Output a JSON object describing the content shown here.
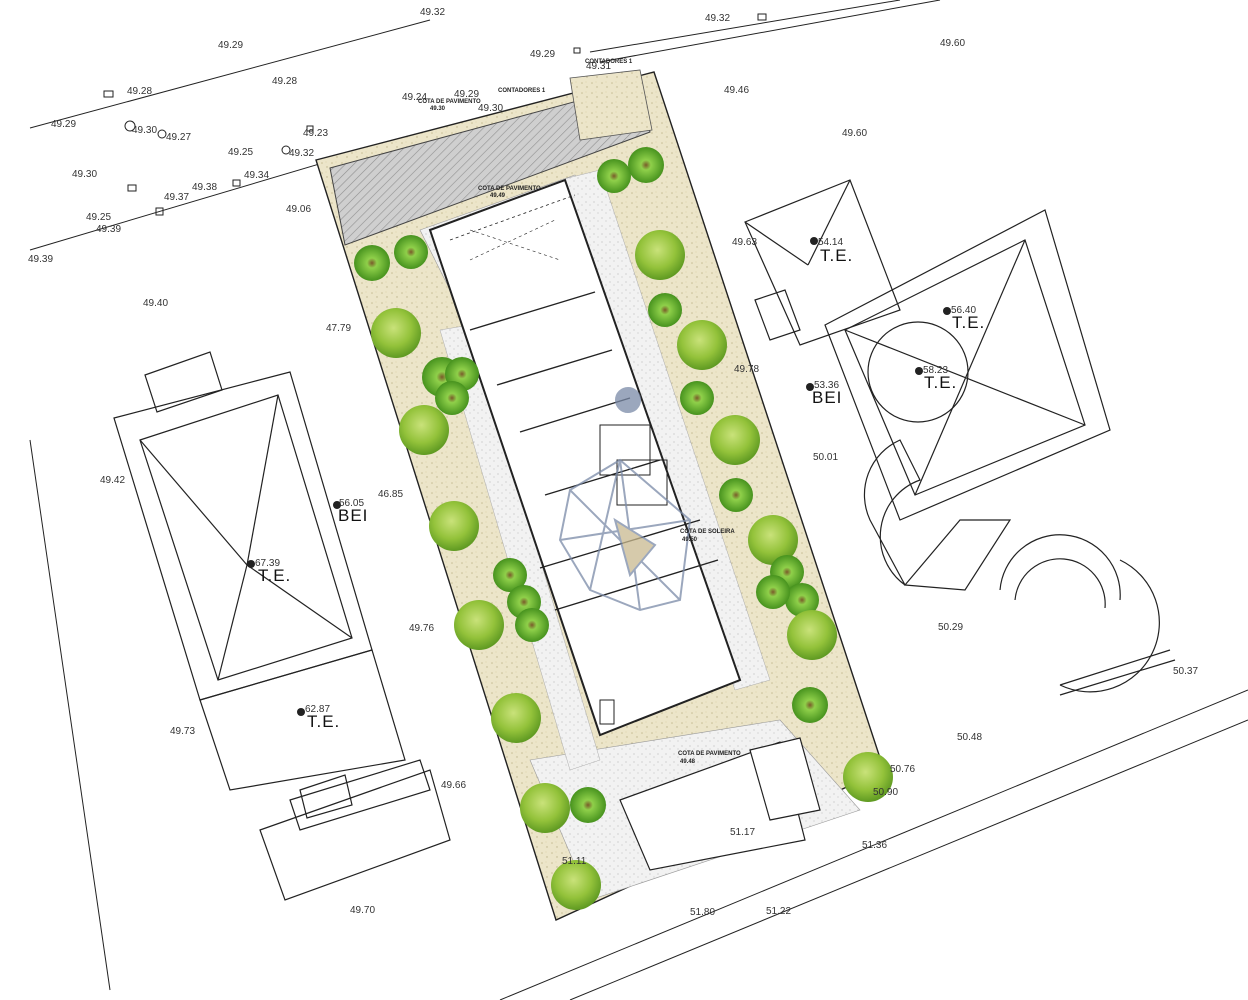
{
  "spot_heights": [
    "49.32",
    "49.32",
    "49.29",
    "49.60",
    "49.29",
    "49.28",
    "49.28",
    "49.31",
    "49.46",
    "49.29",
    "49.24",
    "49.29",
    "49.30",
    "49.30",
    "49.27",
    "49.23",
    "49.60",
    "49.30",
    "49.25",
    "49.32",
    "49.34",
    "49.38",
    "49.37",
    "49.25",
    "49.39",
    "49.06",
    "49.39",
    "49.63",
    "49.40",
    "47.79",
    "49.78",
    "50.01",
    "49.42",
    "46.85",
    "49.76",
    "50.29",
    "49.73",
    "49.66",
    "50.37",
    "50.48",
    "50.76",
    "50.90",
    "51.17",
    "51.36",
    "51.11",
    "49.70",
    "51.80",
    "51.22"
  ],
  "building_tags": [
    {
      "elev": "54.14",
      "code": "T.E."
    },
    {
      "elev": "56.40",
      "code": "T.E."
    },
    {
      "elev": "58.23",
      "code": "T.E."
    },
    {
      "elev": "53.36",
      "code": "BEI"
    },
    {
      "elev": "56.05",
      "code": "BEI"
    },
    {
      "elev": "67.39",
      "code": "T.E."
    },
    {
      "elev": "62.87",
      "code": "T.E."
    }
  ],
  "notes": [
    {
      "label": "CONTADORES 1",
      "value": ""
    },
    {
      "label": "CONTADORES 1",
      "value": ""
    },
    {
      "label": "COTA DE PAVIMENTO",
      "value": "49.30"
    },
    {
      "label": "COTA DE PAVIMENTO",
      "value": "49.49"
    },
    {
      "label": "COTA DE SOLEIRA",
      "value": "49.50"
    },
    {
      "label": "COTA DE PAVIMENTO",
      "value": "49.48"
    }
  ],
  "colors": {
    "tree_light": "#9dc93a",
    "tree_dark": "#4f9a1e",
    "gravel": "#e9e2c6",
    "paving": "#c8c8c8",
    "accent_tan": "#c9b98f"
  }
}
